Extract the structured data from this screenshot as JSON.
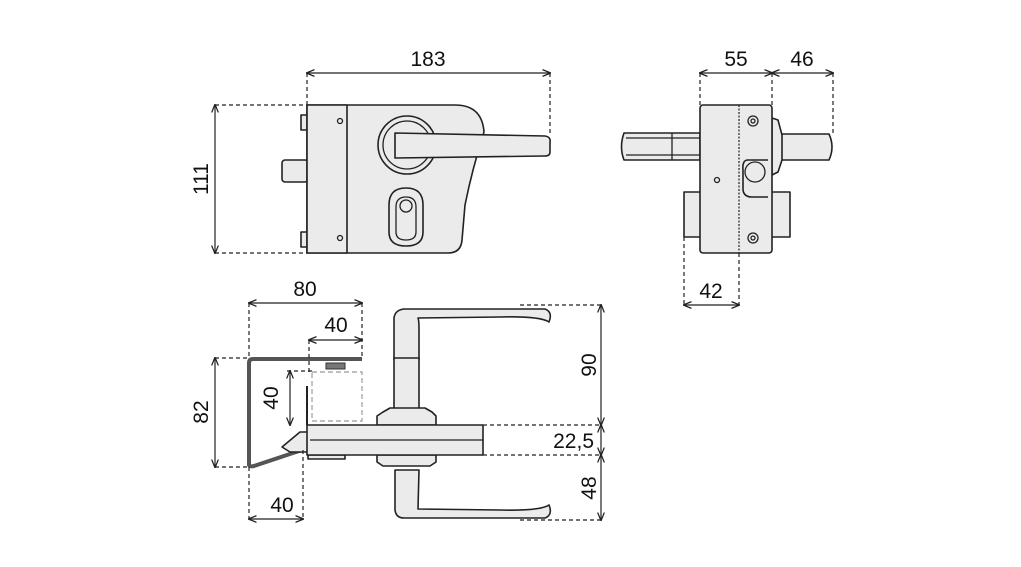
{
  "drawing": {
    "front_view": {
      "width_label": "183",
      "height_label": "111"
    },
    "side_view": {
      "body_depth_label": "55",
      "handle_projection_label": "46",
      "square_offset_label": "42"
    },
    "plan_view": {
      "gate_profile_width_label": "80",
      "post_width_label": "40",
      "post_height_label": "40",
      "profile_depth_label": "82",
      "profile_return_label": "40",
      "handle_reach_label": "90",
      "lock_thickness_label": "22,5",
      "inner_handle_label": "48"
    }
  }
}
